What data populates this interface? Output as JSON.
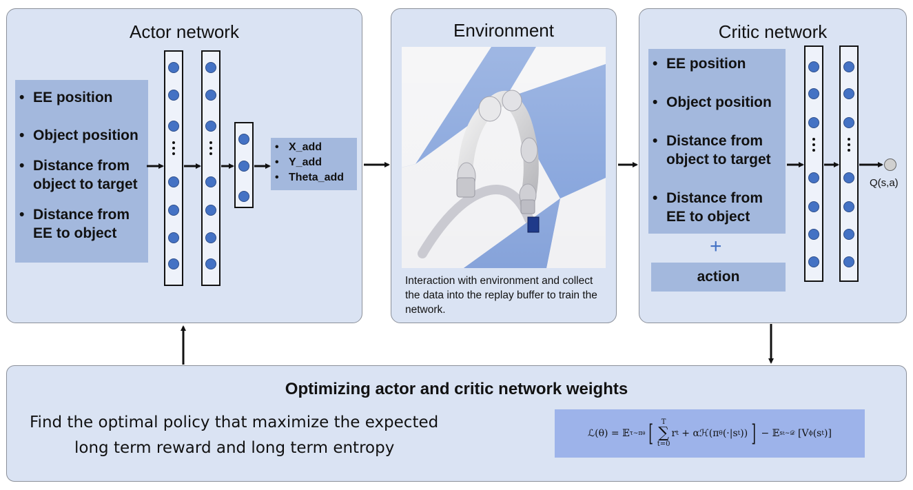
{
  "actor": {
    "title": "Actor network",
    "inputs": [
      "EE position",
      "Object position",
      "Distance from object to target",
      "Distance from EE to object"
    ],
    "outputs": [
      "X_add",
      "Y_add",
      "Theta_add"
    ]
  },
  "environment": {
    "title": "Environment",
    "caption": "Interaction with environment and collect the data into the replay buffer to train the network."
  },
  "critic": {
    "title": "Critic network",
    "inputs": [
      "EE position",
      "Object position",
      "Distance from object to target",
      "Distance from EE to object"
    ],
    "plus": "+",
    "action": "action",
    "output_label": "Q(s,a)"
  },
  "optimize": {
    "title": "Optimizing actor and critic network weights",
    "description_line1": "Find the optimal policy that maximize the expected",
    "description_line2": "long term reward and long term entropy",
    "loss_lhs": "ℒ(θ) =",
    "loss_expect1": "𝔼",
    "loss_expect1_sub": "τ∼π",
    "loss_expect1_subsub": "θ",
    "loss_sum_top": "T",
    "loss_sum_bottom": "t=0",
    "loss_body": "r",
    "loss_body_sub": "t",
    "loss_entropy": "+ αℋ(π",
    "loss_entropy_sub": "θ",
    "loss_entropy_rest": "(·|s",
    "loss_entropy_rest_sub": "t",
    "loss_entropy_close": "))",
    "loss_minus": "− 𝔼",
    "loss_expect2_sub": "s",
    "loss_expect2_subsub": "t",
    "loss_expect2_sub2": "∼𝒟",
    "loss_value": "V",
    "loss_value_sub": "ϕ",
    "loss_value_arg": "(s",
    "loss_value_arg_sub": "t",
    "loss_value_close": ")"
  },
  "colors": {
    "panel_bg": "#dae3f3",
    "input_box": "#a3b8dd",
    "node": "#4472c4",
    "formula_bg": "#9db3ea"
  }
}
